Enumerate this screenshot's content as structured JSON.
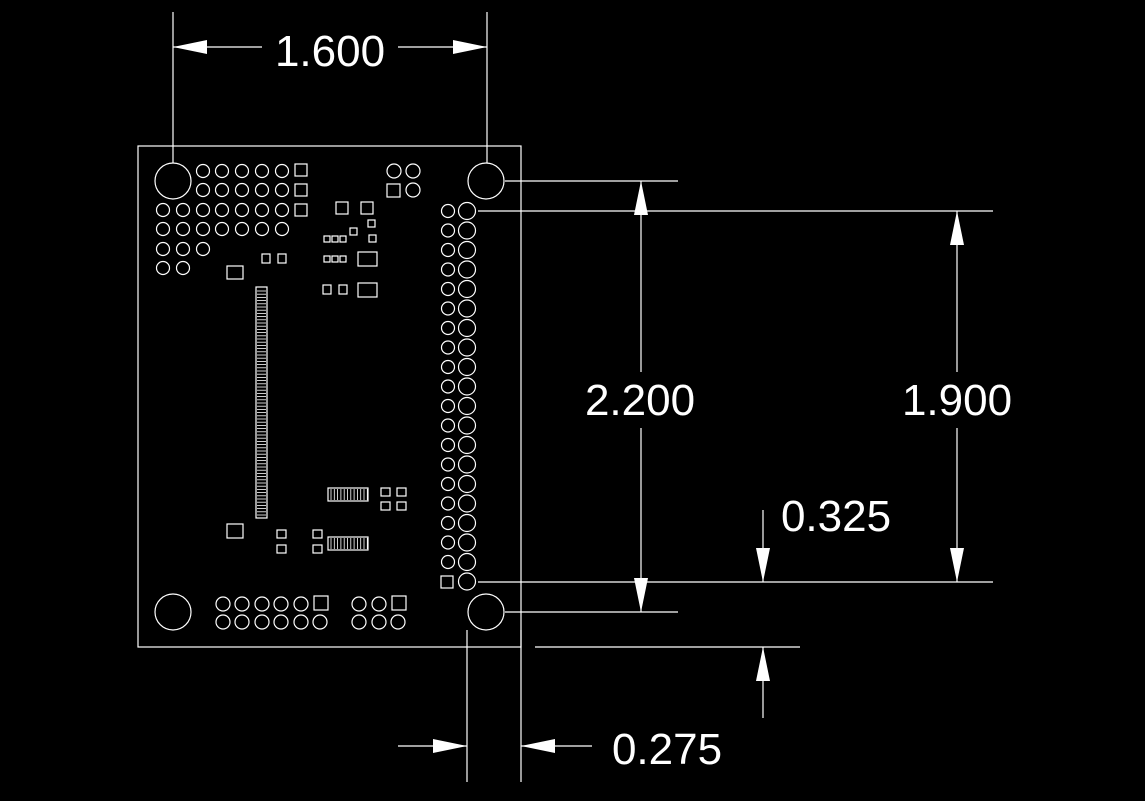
{
  "colors": {
    "background": "#000000",
    "line": "#ffffff"
  },
  "dimensions": {
    "board_width": "1.600",
    "hole_span": "2.200",
    "header_span": "1.900",
    "header_to_hole_offset": "0.325",
    "hole_to_edge_offset": "0.275"
  }
}
